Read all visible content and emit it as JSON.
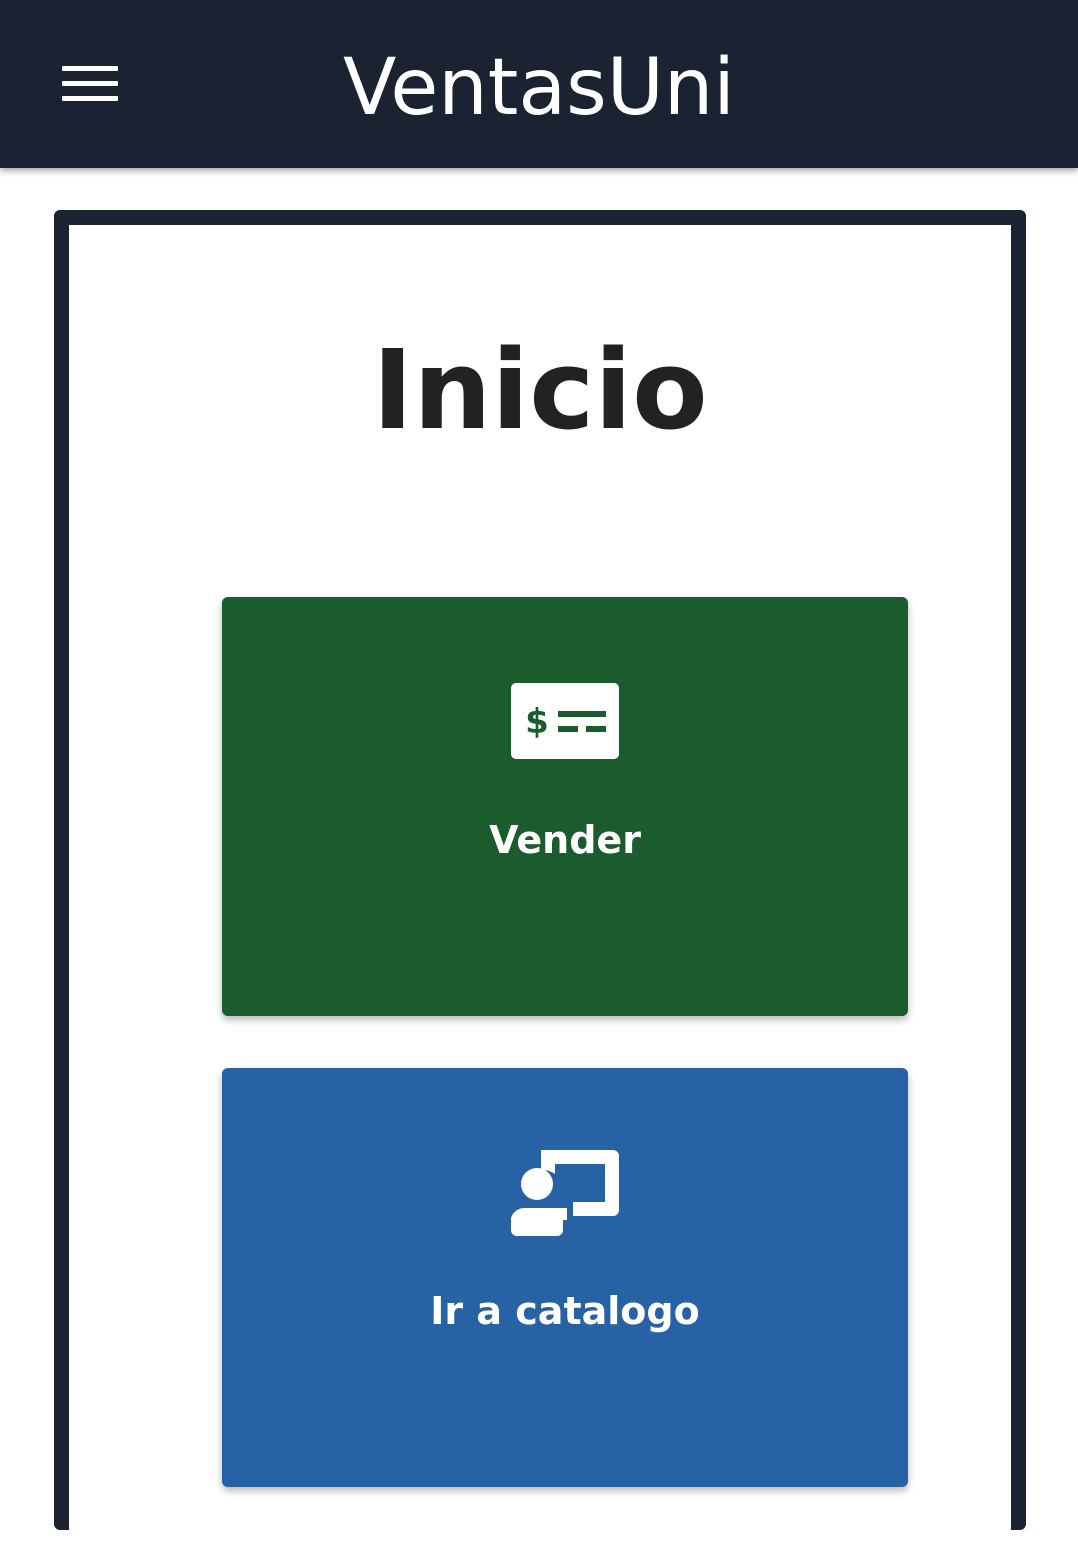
{
  "header": {
    "app_title": "VentasUni",
    "menu_icon": "hamburger-menu-icon"
  },
  "main": {
    "page_title": "Inicio",
    "tiles": [
      {
        "label": "Vender",
        "icon": "money-bill-icon",
        "color": "#1b5c2e"
      },
      {
        "label": "Ir a catalogo",
        "icon": "chalkboard-teacher-icon",
        "color": "#2762a5"
      }
    ]
  },
  "colors": {
    "header_bg": "#1b2232",
    "frame_border": "#1b2232",
    "title_text": "#222222",
    "tile_text": "#ffffff"
  }
}
